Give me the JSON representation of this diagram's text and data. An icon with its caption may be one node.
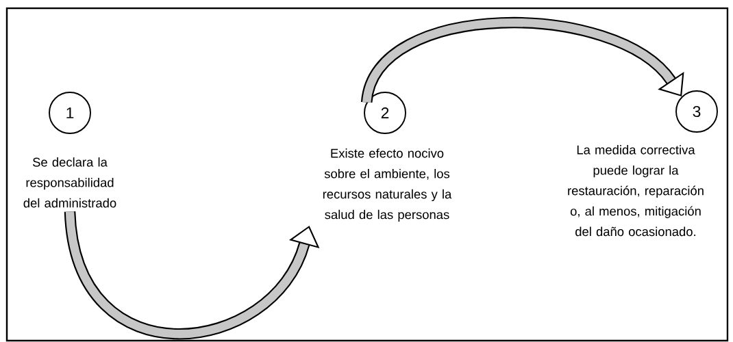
{
  "diagram": {
    "nodes": [
      {
        "text": [
          "1",
          "Se declara la responsabilidad del administrado"
        ]
      },
      {
        "text": [
          "2",
          "Existe efecto nocivo sobre el ambiente, los recursos naturales y la salud de las personas"
        ]
      },
      {
        "text": [
          "3",
          "La medida correctiva puede lograr la restauración, reparación o, al menos, mitigación del daño ocasionado."
        ]
      }
    ],
    "edges": [
      {
        "from": 0,
        "to": 1,
        "arrow": "to"
      },
      {
        "from": 1,
        "to": 2,
        "arrow": "to"
      }
    ]
  }
}
